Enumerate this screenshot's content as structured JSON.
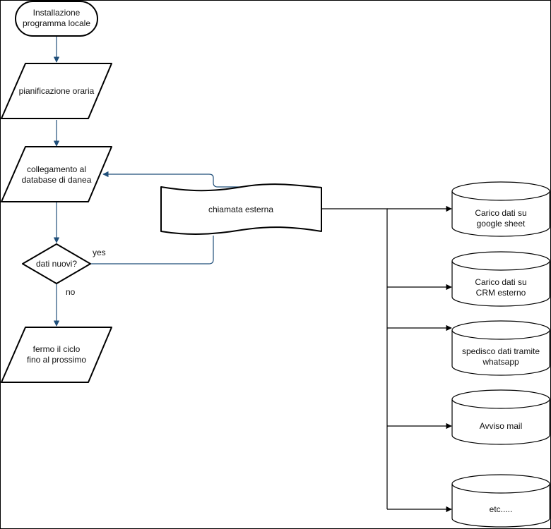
{
  "colors": {
    "stroke": "#000000",
    "connector": "#1f4e79",
    "background": "#ffffff"
  },
  "nodes": {
    "start": {
      "line1": "Installazione",
      "line2": "programma locale"
    },
    "schedule": {
      "label": "pianificazione oraria"
    },
    "db_link": {
      "line1": "collegamento al",
      "line2": "database di danea"
    },
    "decision": {
      "label": "dati nuovi?"
    },
    "stop": {
      "line1": "fermo il ciclo",
      "line2": "fino al prossimo"
    },
    "external_call": {
      "label": "chiamata esterna"
    },
    "google_sheet": {
      "line1": "Carico dati su",
      "line2": "google sheet"
    },
    "crm": {
      "line1": "Carico dati su",
      "line2": "CRM esterno"
    },
    "whatsapp": {
      "line1": "spedisco dati tramite",
      "line2": "whatsapp"
    },
    "mail": {
      "label": "Avviso mail"
    },
    "etc": {
      "label": "etc....."
    }
  },
  "edge_labels": {
    "yes": "yes",
    "no": "no"
  }
}
